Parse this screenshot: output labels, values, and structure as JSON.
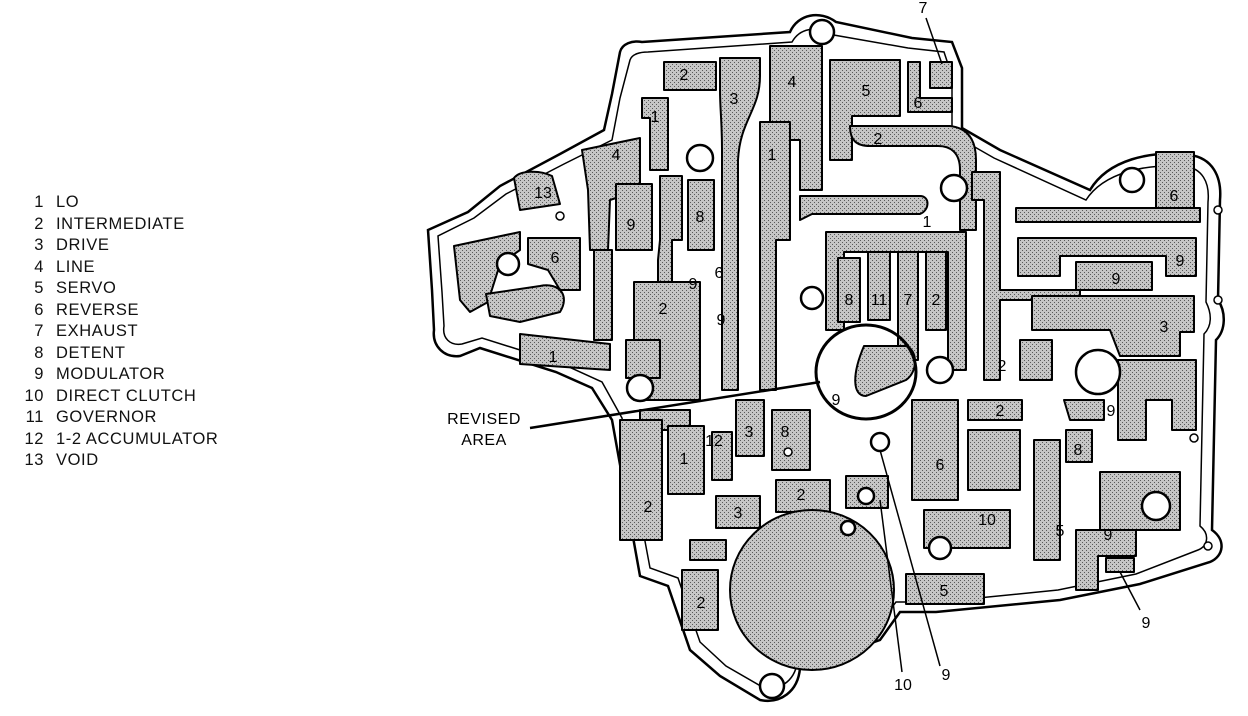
{
  "legend": [
    {
      "num": "1",
      "label": "LO"
    },
    {
      "num": "2",
      "label": "INTERMEDIATE"
    },
    {
      "num": "3",
      "label": "DRIVE"
    },
    {
      "num": "4",
      "label": "LINE"
    },
    {
      "num": "5",
      "label": "SERVO"
    },
    {
      "num": "6",
      "label": "REVERSE"
    },
    {
      "num": "7",
      "label": "EXHAUST"
    },
    {
      "num": "8",
      "label": "DETENT"
    },
    {
      "num": "9",
      "label": "MODULATOR"
    },
    {
      "num": "10",
      "label": "DIRECT CLUTCH"
    },
    {
      "num": "11",
      "label": "GOVERNOR"
    },
    {
      "num": "12",
      "label": "1-2 ACCUMULATOR"
    },
    {
      "num": "13",
      "label": "VOID"
    }
  ],
  "annotation": {
    "line1": "REVISED",
    "line2": "AREA"
  },
  "labels": [
    "7",
    "2",
    "3",
    "4",
    "5",
    "6",
    "1",
    "2",
    "1",
    "4",
    "13",
    "6",
    "9",
    "8",
    "1",
    "6",
    "9",
    "9",
    "6",
    "9",
    "2",
    "9",
    "8",
    "11",
    "7",
    "2",
    "3",
    "1",
    "2",
    "9",
    "2",
    "3",
    "8",
    "1",
    "12",
    "9",
    "6",
    "8",
    "2",
    "3",
    "2",
    "10",
    "5",
    "9",
    "2",
    "5",
    "9",
    "10",
    "9"
  ],
  "colors": {
    "ink": "#000000",
    "passage": "#b4b4b4",
    "plate": "#ffffff"
  }
}
